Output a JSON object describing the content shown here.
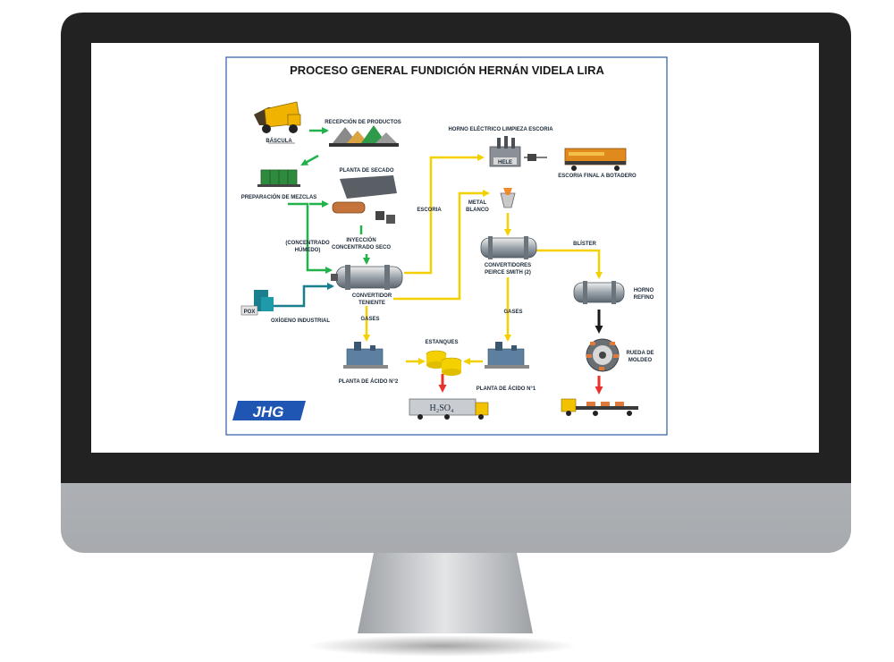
{
  "title": "PROCESO GENERAL FUNDICIÓN HERNÁN VIDELA LIRA",
  "labels": {
    "bascula": "BÁSCULA",
    "recepcion": "RECEPCIÓN DE PRODUCTOS",
    "planta_secado": "PLANTA DE SECADO",
    "preparacion": "PREPARACIÓN DE MEZCLAS",
    "inyeccion_1": "INYECCIÓN",
    "inyeccion_2": "CONCENTRADO SECO",
    "concentrado_1": "(CONCENTRADO",
    "concentrado_2": "HÚMEDO)",
    "convertidor_1": "CONVERTIDOR",
    "convertidor_2": "TENIENTE",
    "pox": "POX",
    "oxigeno": "OXÍGENO INDUSTRIAL",
    "gases_1": "GASES",
    "gases_2": "GASES",
    "escoria": "ESCORIA",
    "metal_1": "METAL",
    "metal_2": "BLANCO",
    "horno_electrico": "HORNO ELÉCTRICO LIMPIEZA ESCORIA",
    "hele": "HELE",
    "escoria_final": "ESCORIA FINAL A BOTADERO",
    "convertidores_1": "CONVERTIDORES",
    "convertidores_2": "PEIRCE SMITH (2)",
    "blister": "BLÍSTER",
    "horno_refino_1": "HORNO",
    "horno_refino_2": "REFINO",
    "rueda_1": "RUEDA DE",
    "rueda_2": "MOLDEO",
    "estanques": "ESTANQUES",
    "acido_2": "PLANTA DE ÁCIDO N°2",
    "acido_1": "PLANTA DE ÁCIDO N°1",
    "h2so4": "H₂SO₄",
    "logo": "JHG"
  },
  "colors": {
    "green_flow": "#22b24c",
    "yellow_flow": "#f5d000",
    "teal_flow": "#1a7f8c",
    "red_flow": "#e8322b",
    "black_flow": "#1a1a1a",
    "monitor_bezel": "#222222",
    "monitor_silver": "#b9bcc0",
    "diagram_border": "#2b5aa6",
    "logo_blue": "#1f56b3"
  },
  "icons": [
    "dump-truck-icon",
    "ore-piles-icon",
    "mixing-plant-icon",
    "dryer-icon",
    "converter-icon",
    "oxygen-plant-icon",
    "furnace-icon",
    "train-icon",
    "ladle-icon",
    "acid-plant-icon",
    "tanks-icon",
    "tank-truck-icon",
    "casting-wheel-icon",
    "flatbed-truck-icon"
  ]
}
